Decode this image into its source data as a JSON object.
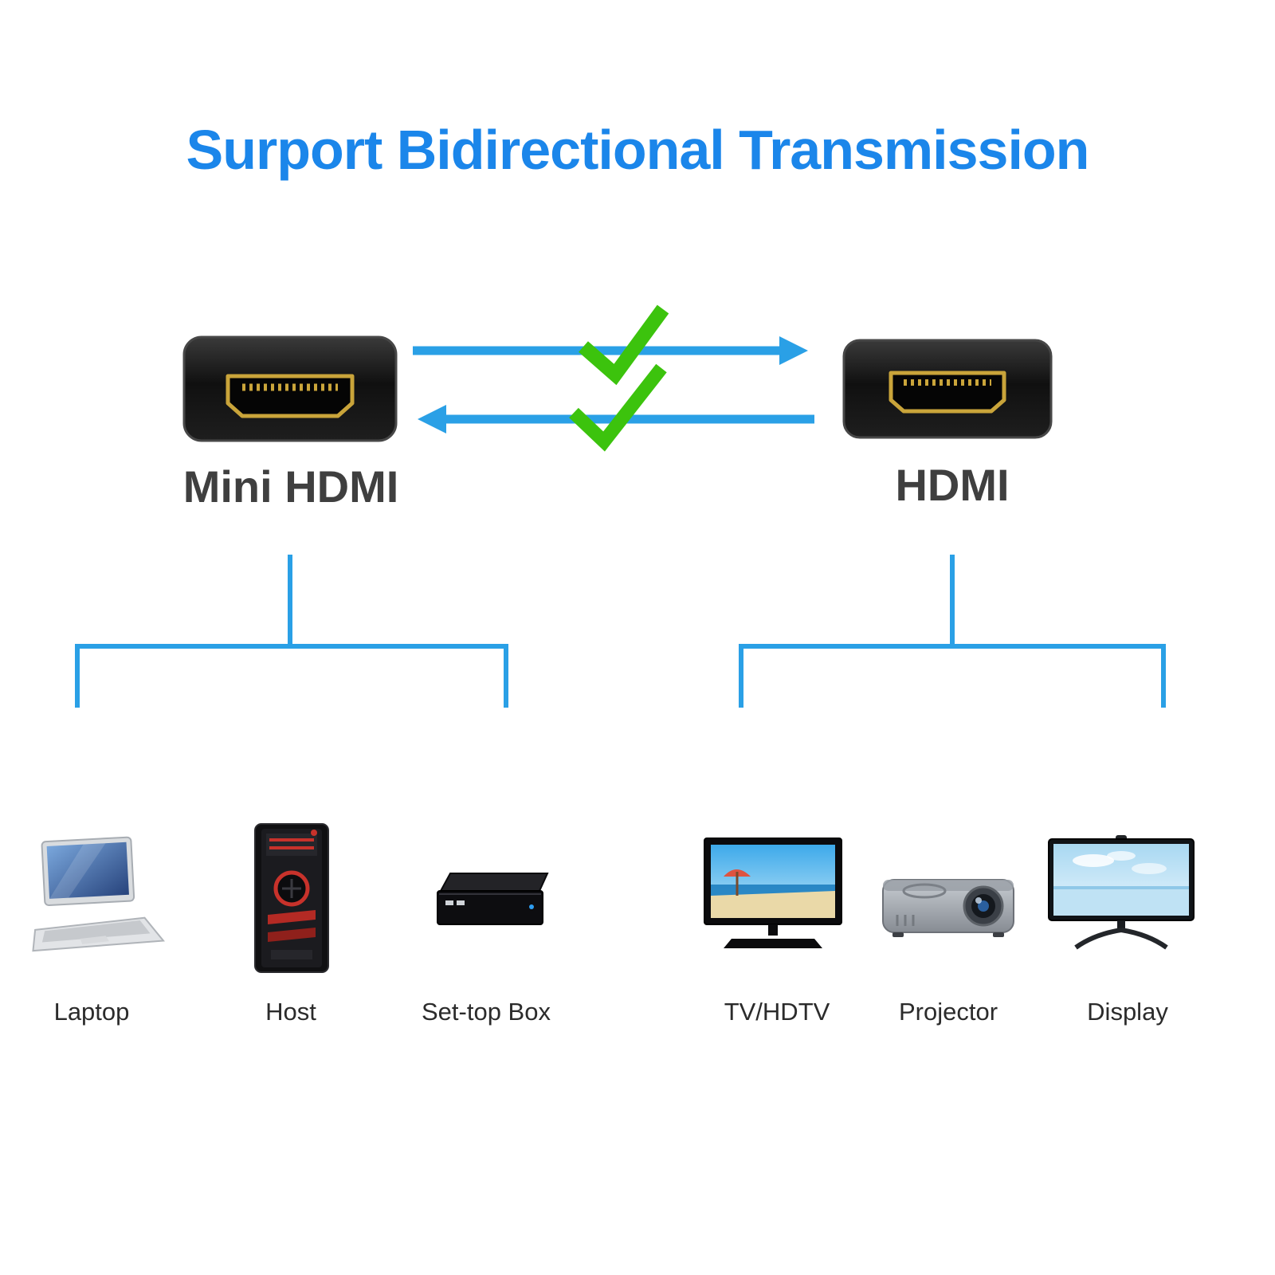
{
  "title": "Surport Bidirectional Transmission",
  "connectors": {
    "left": {
      "label": "Mini HDMI"
    },
    "right": {
      "label": "HDMI"
    }
  },
  "transmission": {
    "arrow_right_icon": "arrow-right-icon",
    "arrow_left_icon": "arrow-left-icon",
    "check_icon": "check-icon",
    "direction": "bidirectional"
  },
  "devices": [
    {
      "label": "Laptop"
    },
    {
      "label": "Host"
    },
    {
      "label": "Set-top Box"
    },
    {
      "label": "TV/HDTV"
    },
    {
      "label": "Projector"
    },
    {
      "label": "Display"
    }
  ],
  "colors": {
    "title_blue": "#1b86ea",
    "line_blue": "#2aa0e6",
    "check_green": "#3cc30d",
    "label_dark": "#3f3f3f",
    "connector_gold": "#c9a43a"
  }
}
